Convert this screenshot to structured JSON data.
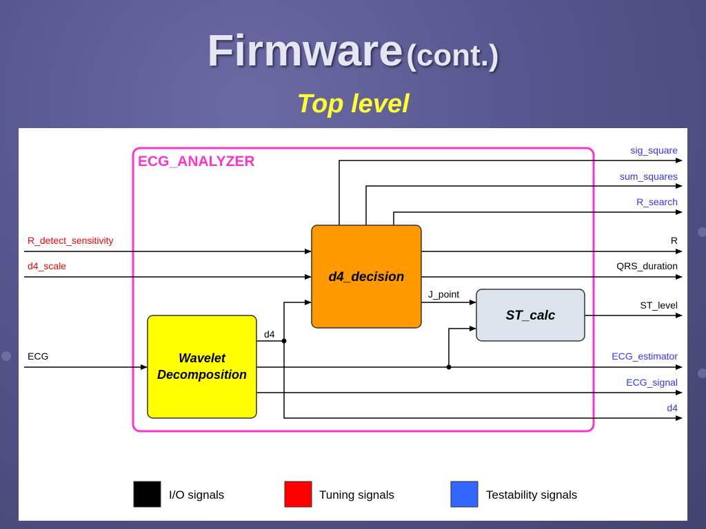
{
  "slide": {
    "title_main": "Firmware",
    "title_sub": "(cont.)",
    "subtitle": "Top level"
  },
  "diagram": {
    "container_label": "ECG_ANALYZER",
    "blocks": {
      "d4_decision": "d4_decision",
      "st_calc": "ST_calc",
      "wavelet_line1": "Wavelet",
      "wavelet_line2": "Decomposition"
    },
    "inputs": {
      "r_detect_sensitivity": "R_detect_sensitivity",
      "d4_scale": "d4_scale",
      "ecg": "ECG"
    },
    "internal": {
      "j_point": "J_point",
      "d4": "d4"
    },
    "outputs": {
      "sig_square": "sig_square",
      "sum_squares": "sum_squares",
      "r_search": "R_search",
      "r": "R",
      "qrs_duration": "QRS_duration",
      "st_level": "ST_level",
      "ecg_estimator": "ECG_estimator",
      "ecg_signal": "ECG_signal",
      "d4": "d4"
    },
    "legend": [
      {
        "label": "I/O signals",
        "color": "#000000"
      },
      {
        "label": "Tuning signals",
        "color": "#ff0000"
      },
      {
        "label": "Testability signals",
        "color": "#3366ff"
      }
    ],
    "colors": {
      "container": "#ff33cc",
      "d4_decision_fill": "#ff9900",
      "st_calc_fill": "#dde4ee",
      "wavelet_fill": "#ffff00",
      "io": "#000000",
      "tuning": "#ff0000",
      "testability": "#3333ff"
    }
  }
}
